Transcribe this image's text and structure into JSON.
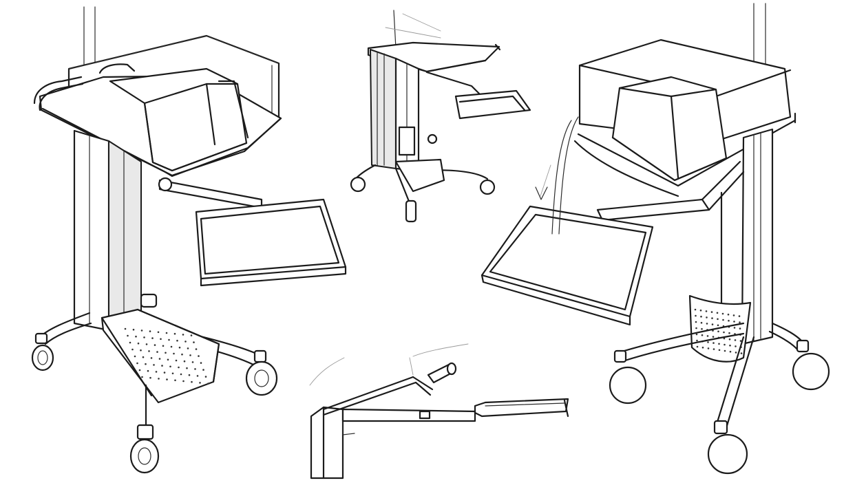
{
  "scene": {
    "background_color": "#ffffff",
    "ink_color": "#1b1b1b",
    "sketches": [
      {
        "id": "cart-left",
        "description_visible": false
      },
      {
        "id": "cart-center-small",
        "description_visible": false
      },
      {
        "id": "cart-right",
        "description_visible": false
      },
      {
        "id": "arm-detail-bottom",
        "description_visible": false
      }
    ]
  }
}
